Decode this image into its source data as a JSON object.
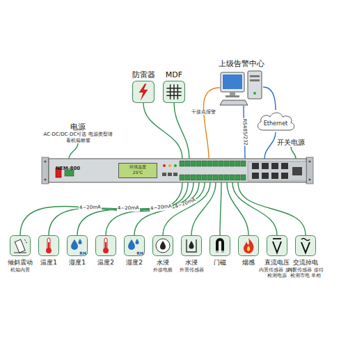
{
  "diagram": {
    "nodes": [
      {
        "text": [
          "防雷器"
        ]
      },
      {
        "text": [
          "MDF"
        ]
      },
      {
        "text": [
          "上级告警中心"
        ]
      },
      {
        "text": [
          "Ethernet"
        ]
      },
      {
        "text": [
          "开关电源"
        ]
      },
      {
        "text": [
          "电源",
          "AC-DC/DC-DC可选 电源类型请看机箱标签"
        ]
      },
      {
        "text": [
          "NEM-800"
        ]
      },
      {
        "text": [
          "环境温度",
          "25℃"
        ],
        "in": 6
      },
      {
        "text": [
          "倾斜震动",
          "机箱内置"
        ]
      },
      {
        "text": [
          "温度1"
        ]
      },
      {
        "text": [
          "湿度1",
          "RH"
        ]
      },
      {
        "text": [
          "温度2"
        ]
      },
      {
        "text": [
          "湿度2",
          "RH"
        ]
      },
      {
        "text": [
          "水浸",
          "外接电极"
        ]
      },
      {
        "text": [
          "水浸",
          "外置传感器"
        ]
      },
      {
        "text": [
          "门磁"
        ]
      },
      {
        "text": [
          "烟感"
        ]
      },
      {
        "text": [
          "直流电压",
          "内置传感器 接待检测电源"
        ]
      },
      {
        "text": [
          "交流掉电",
          "内置传感器 接待检测市电 单相"
        ]
      }
    ],
    "edges": [
      {
        "from": 8,
        "to": 6,
        "arrow": "none"
      },
      {
        "from": 9,
        "to": 6,
        "label": "4~20mA",
        "arrow": "none"
      },
      {
        "from": 10,
        "to": 6,
        "label": "4~20mA",
        "arrow": "none"
      },
      {
        "from": 11,
        "to": 6,
        "label": "4~20mA",
        "arrow": "none"
      },
      {
        "from": 12,
        "to": 6,
        "label": "4~20mA",
        "arrow": "none"
      },
      {
        "from": 13,
        "to": 6,
        "arrow": "none"
      },
      {
        "from": 14,
        "to": 6,
        "arrow": "none"
      },
      {
        "from": 15,
        "to": 6,
        "arrow": "none"
      },
      {
        "from": 16,
        "to": 6,
        "arrow": "none"
      },
      {
        "from": 17,
        "to": 6,
        "arrow": "none"
      },
      {
        "from": 18,
        "to": 6,
        "arrow": "none"
      },
      {
        "from": 0,
        "to": 6,
        "arrow": "none"
      },
      {
        "from": 1,
        "to": 6,
        "arrow": "none"
      },
      {
        "from": 2,
        "to": 6,
        "label": "干接点报警",
        "arrow": "none"
      },
      {
        "from": 2,
        "to": 6,
        "label": "RS485/232",
        "arrow": "none"
      },
      {
        "from": 3,
        "to": 2,
        "arrow": "none"
      },
      {
        "from": 6,
        "to": 3,
        "arrow": "none"
      },
      {
        "from": 4,
        "to": 6,
        "arrow": "none"
      },
      {
        "from": 5,
        "to": 6,
        "arrow": "none"
      }
    ]
  }
}
